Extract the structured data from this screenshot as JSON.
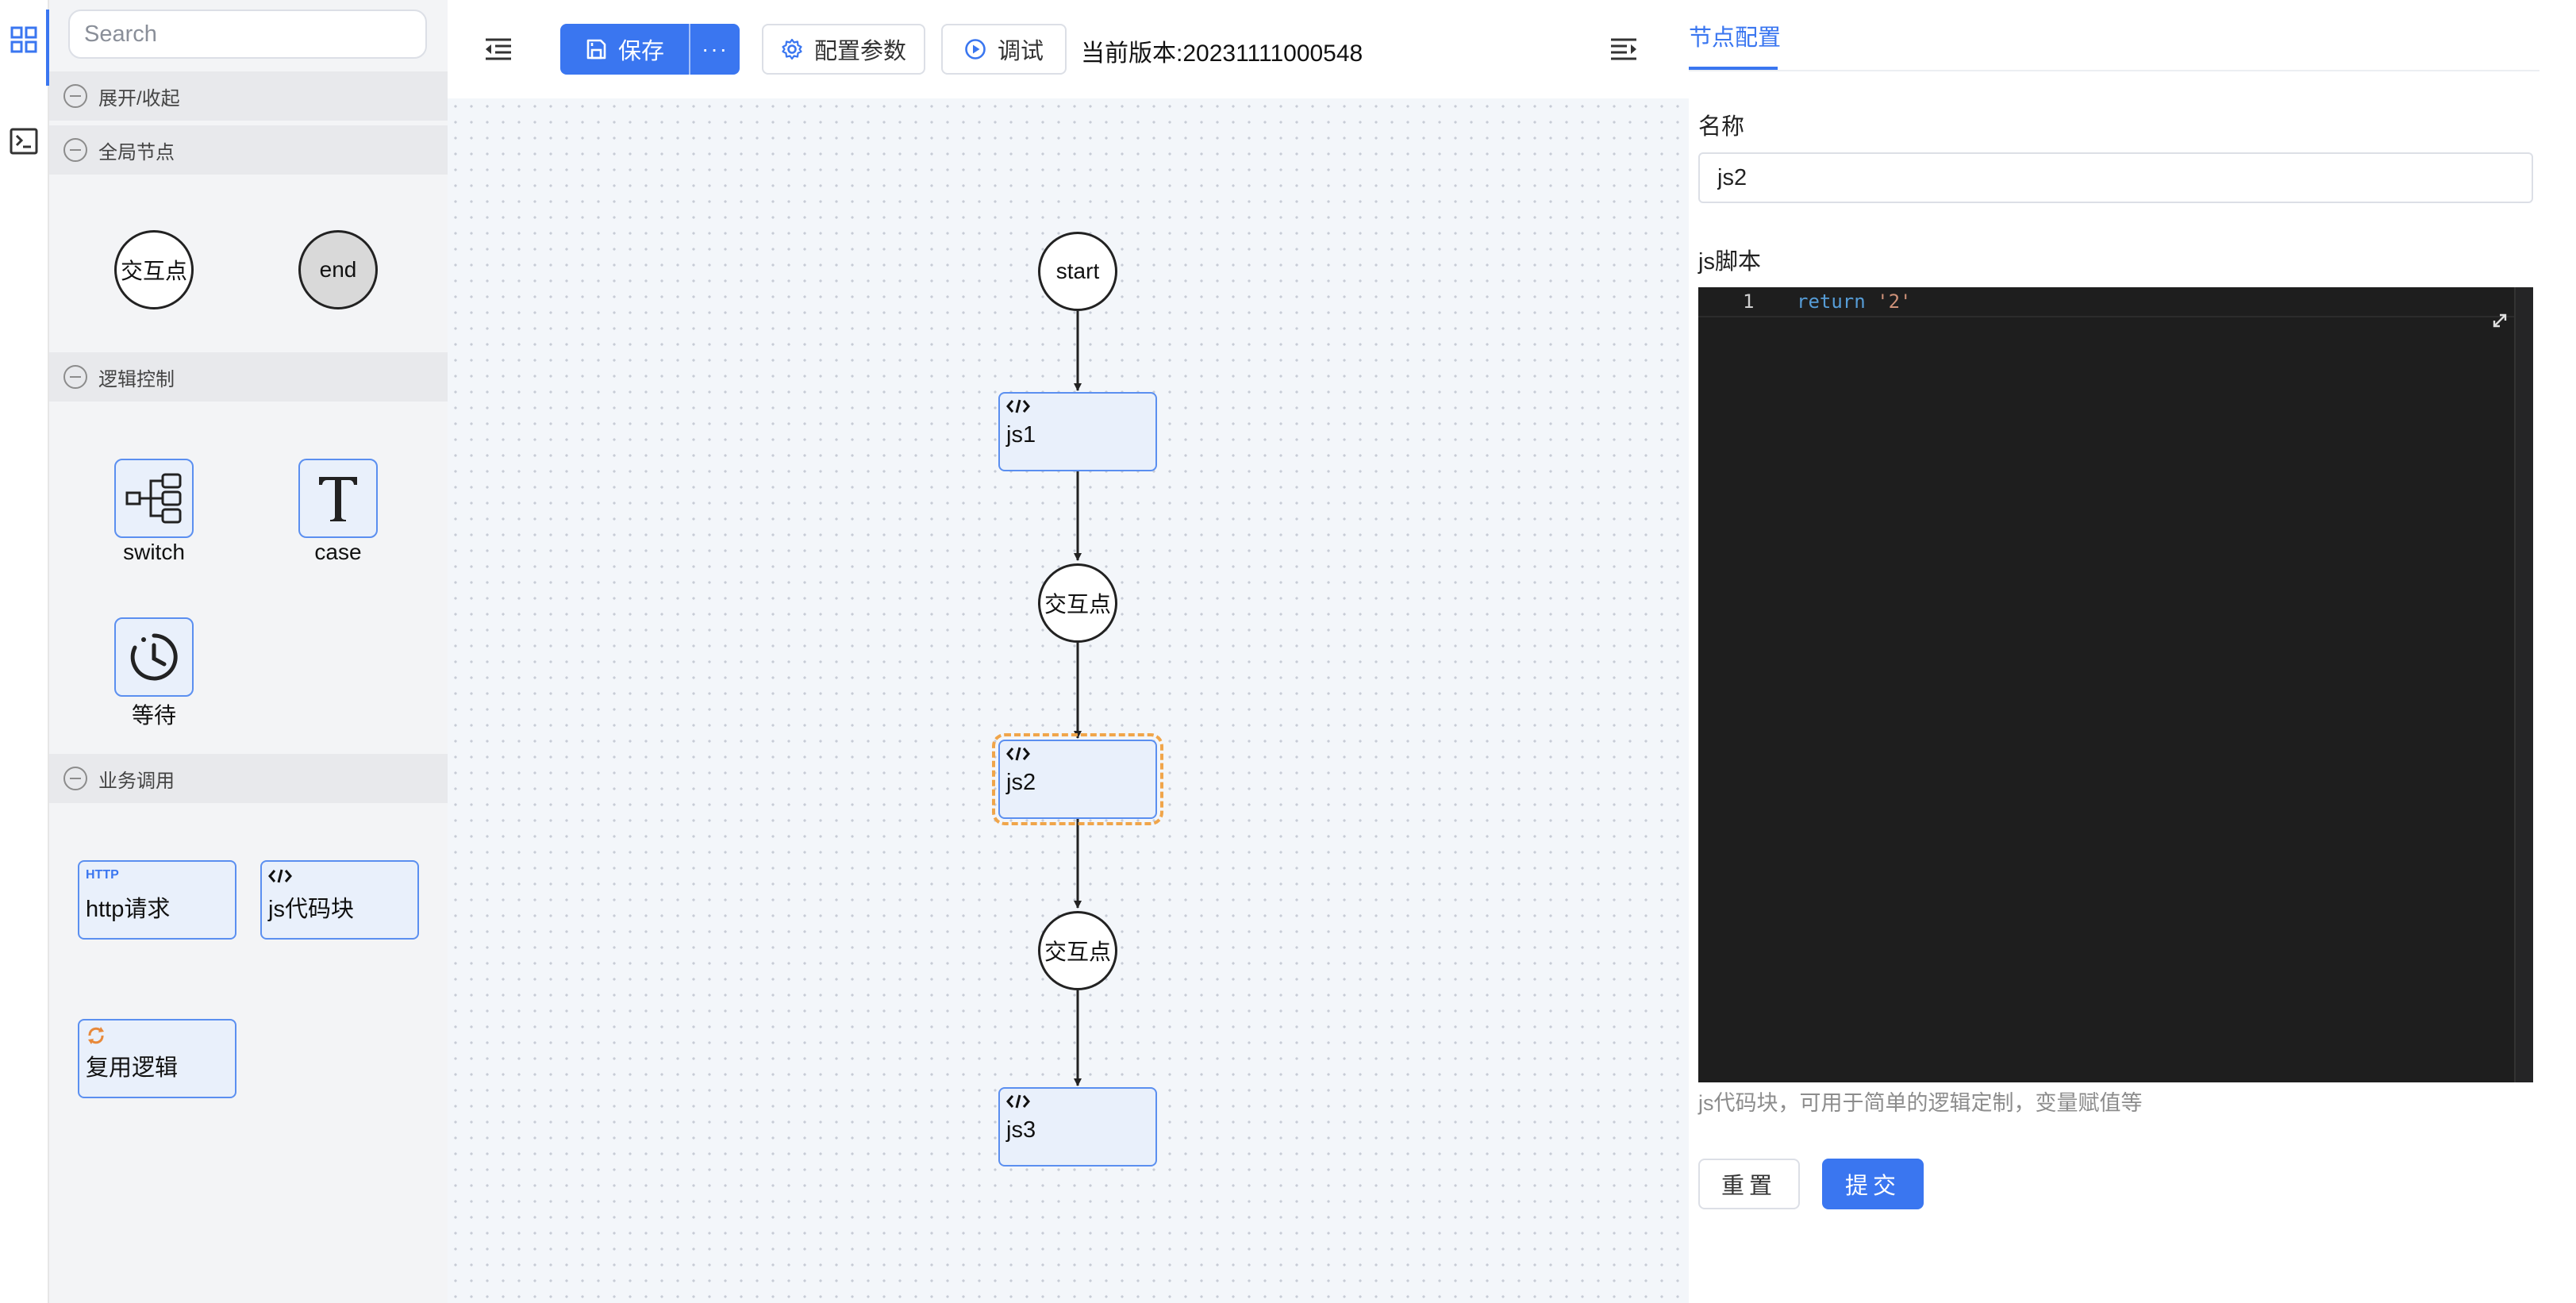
{
  "palette": {
    "search_placeholder": "Search",
    "groups": [
      {
        "label": "展开/收起"
      },
      {
        "label": "全局节点",
        "items": [
          {
            "label": "交互点"
          },
          {
            "label": "end"
          }
        ]
      },
      {
        "label": "逻辑控制",
        "items": [
          {
            "label": "switch",
            "icon": "switch-icon"
          },
          {
            "label": "case",
            "icon": "text-t-icon"
          },
          {
            "label": "等待",
            "icon": "timer-icon"
          }
        ]
      },
      {
        "label": "业务调用",
        "items": [
          {
            "label": "http请求",
            "tag": "HTTP"
          },
          {
            "label": "js代码块",
            "icon": "code-icon"
          },
          {
            "label": "复用逻辑",
            "icon": "reuse-icon"
          }
        ]
      }
    ]
  },
  "toolbar": {
    "save_label": "保存",
    "more_label": "···",
    "config_label": "配置参数",
    "debug_label": "调试",
    "version_text": "当前版本:20231111000548"
  },
  "canvas": {
    "nodes": [
      {
        "id": "start",
        "label": "start",
        "kind": "circle"
      },
      {
        "id": "js1",
        "label": "js1",
        "kind": "script"
      },
      {
        "id": "interact1",
        "label": "交互点",
        "kind": "circle"
      },
      {
        "id": "js2",
        "label": "js2",
        "kind": "script",
        "selected": true
      },
      {
        "id": "interact2",
        "label": "交互点",
        "kind": "circle"
      },
      {
        "id": "js3",
        "label": "js3",
        "kind": "script"
      }
    ]
  },
  "config": {
    "tab_label": "节点配置",
    "name_label": "名称",
    "name_value": "js2",
    "script_label": "js脚本",
    "editor": {
      "line_number": "1",
      "keyword": "return",
      "string": "'2'"
    },
    "hint": "js代码块，可用于简单的逻辑定制，变量赋值等",
    "reset_label": "重置",
    "submit_label": "提交"
  },
  "colors": {
    "accent": "#3a76f0",
    "node_fill": "#e9f0fb",
    "node_border": "#5b8ff0",
    "selected_outline": "#f0a54a",
    "editor_bg": "#1e1e1e"
  }
}
